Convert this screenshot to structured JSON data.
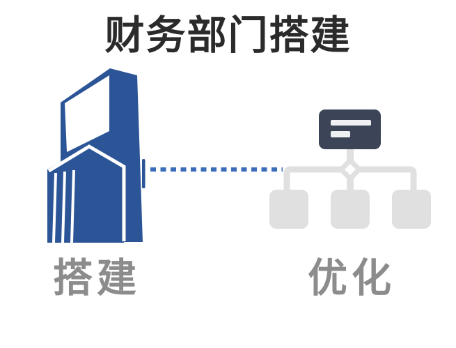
{
  "title": "财务部门搭建",
  "nodes": [
    {
      "id": "build",
      "label": "搭建",
      "icon": "building-icon"
    },
    {
      "id": "optimize",
      "label": "优化",
      "icon": "org-chart-icon"
    }
  ],
  "connector": {
    "style": "dotted",
    "color": "#3a6cba"
  },
  "colors": {
    "background": "#ffffff",
    "title_text": "#2b2b2b",
    "label_text": "#8c8c8c",
    "building_blue": "#2b5596",
    "org_header_dark": "#3c4557",
    "org_gray": "#e0e0e0",
    "org_bar_white": "#eef0f2"
  }
}
